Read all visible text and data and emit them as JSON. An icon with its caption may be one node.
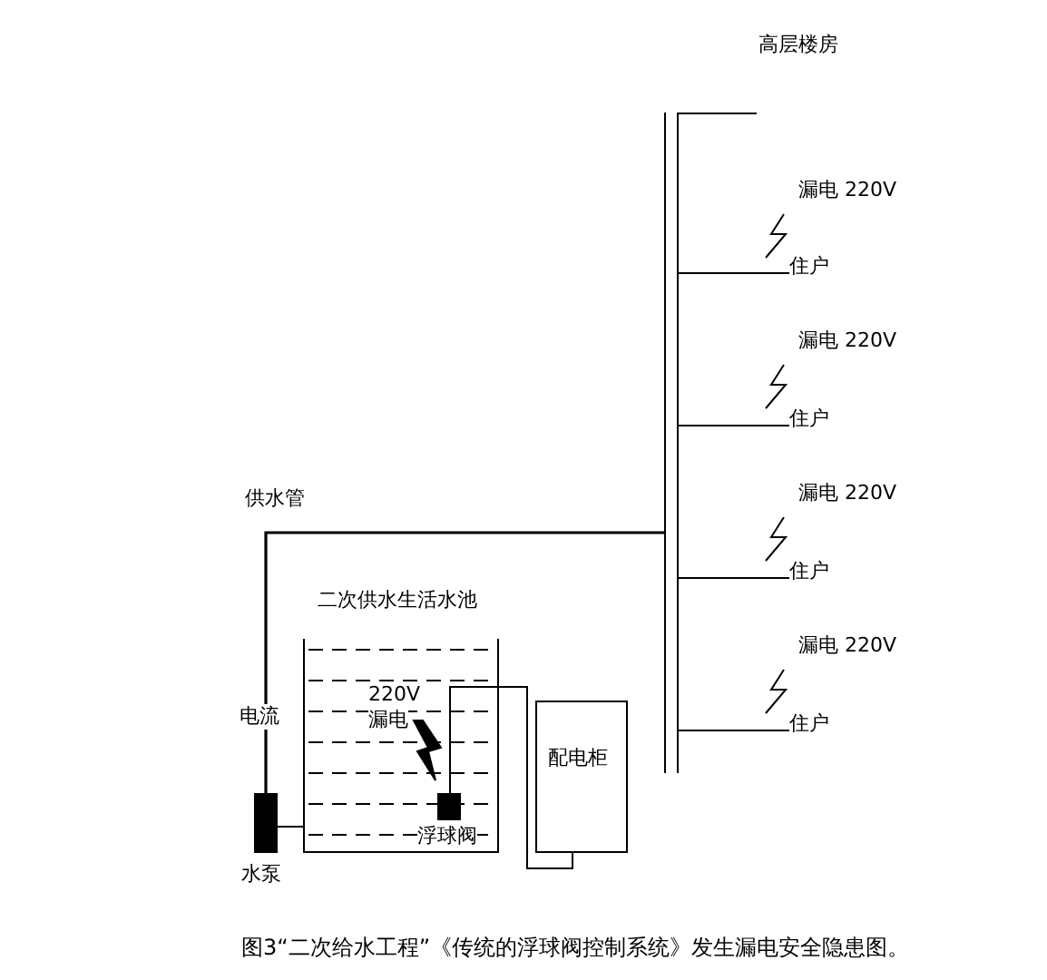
{
  "diagram": {
    "caption": "图3“二次给水工程”《传统的浮球阀控制系统》发生漏电安全隐患图。",
    "nodes": [
      {
        "text": [
          "二次供水生活水池"
        ]
      },
      {
        "text": [
          "浮球阀"
        ],
        "in": 0
      },
      {
        "text": [
          "水泵"
        ]
      },
      {
        "text": [
          "配电柜"
        ]
      },
      {
        "text": [],
        "shape": "bar"
      },
      {
        "text": [
          "住户"
        ]
      },
      {
        "text": [
          "住户"
        ]
      },
      {
        "text": [
          "住户"
        ]
      },
      {
        "text": [
          "住户"
        ]
      }
    ],
    "edges": [
      {
        "from": 2,
        "to": 4,
        "arrow": "none"
      },
      {
        "from": 2,
        "to": 0,
        "arrow": "none"
      },
      {
        "from": 3,
        "to": 1,
        "arrow": "none"
      },
      {
        "from": 4,
        "to": 5,
        "arrow": "none"
      },
      {
        "from": 4,
        "to": 6,
        "arrow": "none"
      },
      {
        "from": 4,
        "to": 7,
        "arrow": "none"
      },
      {
        "from": 4,
        "to": 8,
        "arrow": "none"
      }
    ],
    "labels": [
      "高层楼房",
      "漏电 220V",
      "漏电 220V",
      "漏电 220V",
      "供水管",
      "漏电 220V",
      "220V",
      "电流",
      "漏电"
    ]
  }
}
